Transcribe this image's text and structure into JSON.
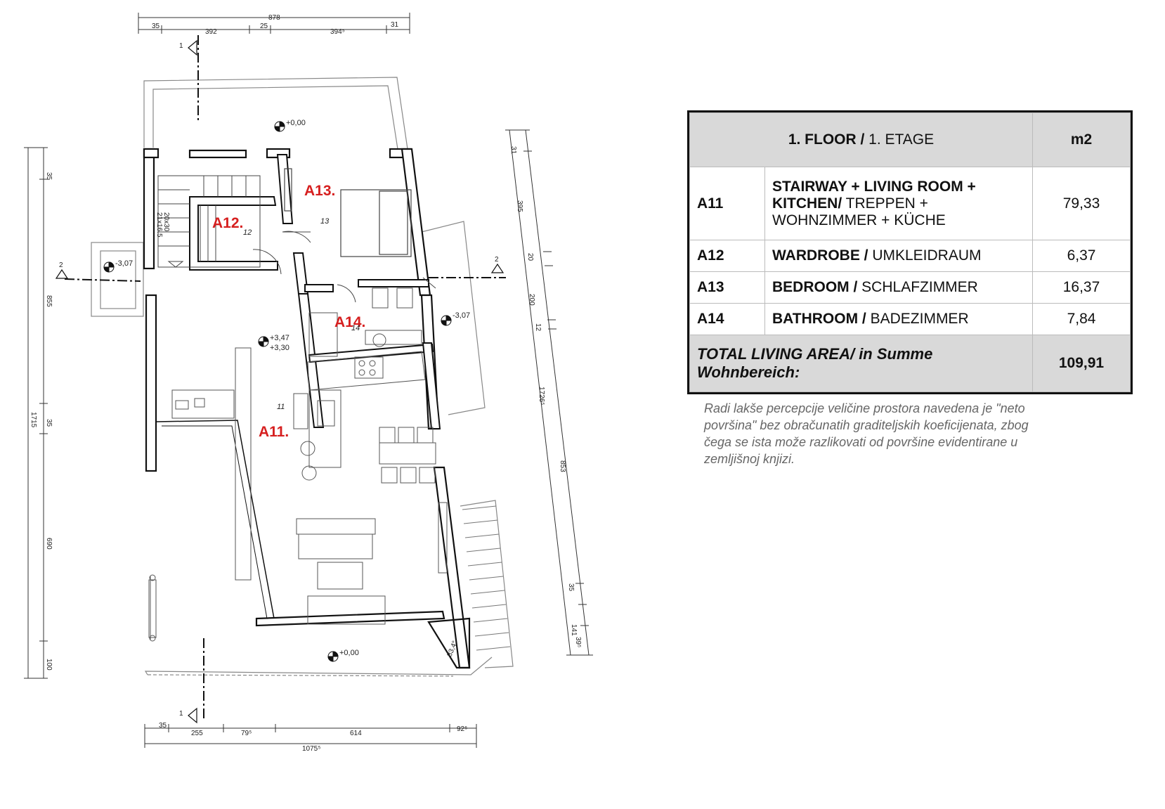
{
  "plan": {
    "top_dims": {
      "overall": "878",
      "parts": [
        "35",
        "392",
        "25",
        "394⁵",
        "31"
      ]
    },
    "bottom_dims": {
      "overall": "1075⁵",
      "parts": [
        "35",
        "255",
        "79⁵",
        "614",
        "92⁵"
      ]
    },
    "left_dims": {
      "overall": "1715",
      "parts": [
        "35",
        "855",
        "35",
        "690",
        "100"
      ]
    },
    "right_dims": {
      "overall": "1726⁵",
      "parts": [
        "31",
        "395",
        "20",
        "200",
        "12",
        "853",
        "35",
        "141",
        "39⁵"
      ]
    },
    "rooms": [
      {
        "label": "A11.",
        "num": "11"
      },
      {
        "label": "A12.",
        "num": "12"
      },
      {
        "label": "A13.",
        "num": "13"
      },
      {
        "label": "A14.",
        "num": "14"
      }
    ],
    "levels": [
      "+0,00",
      "-3,07",
      "+3,47",
      "+3,30",
      "-3,07",
      "+0,00"
    ],
    "section_marks": [
      "1",
      "2",
      "2",
      "1"
    ],
    "stair_note": [
      "20x30",
      "21x16.5"
    ],
    "angle": "83,4°"
  },
  "table": {
    "header": {
      "title_bold": "1. FLOOR /",
      "title_normal": " 1. ETAGE",
      "unit": "m2"
    },
    "rows": [
      {
        "id": "A11",
        "name_bold": "STAIRWAY + LIVING ROOM + KITCHEN/",
        "name_normal": " TREPPEN + WOHNZIMMER + KÜCHE",
        "area": "79,33"
      },
      {
        "id": "A12",
        "name_bold": "WARDROBE /",
        "name_normal": " UMKLEIDRAUM",
        "area": "6,37"
      },
      {
        "id": "A13",
        "name_bold": "BEDROOM /",
        "name_normal": " SCHLAFZIMMER",
        "area": "16,37"
      },
      {
        "id": "A14",
        "name_bold": "BATHROOM /",
        "name_normal": " BADEZIMMER",
        "area": "7,84"
      }
    ],
    "total": {
      "label": "TOTAL LIVING AREA/ in Summe Wohnbereich:",
      "value": "109,91"
    }
  },
  "note": {
    "lines": [
      "Radi lakše percepcije veličine prostora navedena je \"neto",
      "površina\" bez obračunatih graditeljskih koeficijenata, zbog",
      "čega se ista može razlikovati od površine evidentirane u",
      "zemljišnoj knjizi."
    ]
  }
}
